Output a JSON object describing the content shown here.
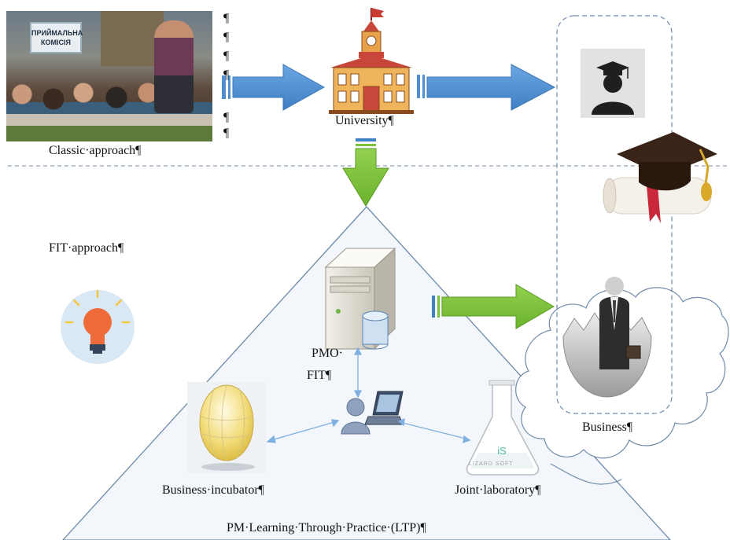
{
  "labels": {
    "classic_approach": "Classic·approach¶",
    "university": "University¶",
    "fit_approach": "FIT·approach¶",
    "pmo_line1": "PMO·",
    "pmo_line2": "FIT¶",
    "business": "Business¶",
    "business_incubator": "Business·incubator¶",
    "joint_laboratory": "Joint·laboratory¶",
    "ltp": "PM·Learning·Through·Practice·(LTP)¶",
    "pilcrow": "¶"
  },
  "photo_sign": "ПРИЙМАЛЬНА КОМІСІЯ",
  "lab_logo": "LIZARD SOFT",
  "colors": {
    "blue_arrow": "#4f8fd0",
    "green_arrow": "#7cc13a",
    "triangle_stroke": "#6f8ba8",
    "triangle_fill": "#f3f7fb",
    "dashed_line": "#6f8ba8",
    "connector": "#7fb0df"
  },
  "icons": [
    "university-building-icon",
    "graduate-avatar-icon",
    "graduation-cap-diploma-icon",
    "server-database-icon",
    "businessman-egg-icon",
    "lightbulb-icon",
    "egg-icon",
    "user-laptop-icon",
    "flask-icon",
    "cloud-icon"
  ]
}
